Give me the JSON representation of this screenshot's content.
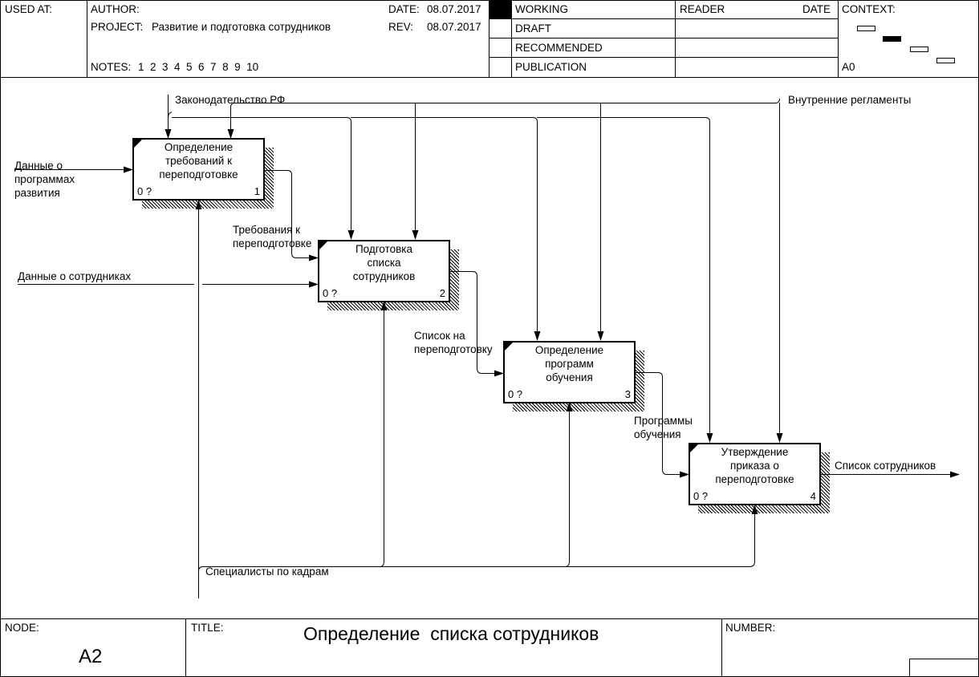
{
  "header": {
    "used_at_label": "USED AT:",
    "author_label": "AUTHOR:",
    "project_label": "PROJECT:",
    "project_value": "Развитие и подготовка сотрудников",
    "notes_label": "NOTES:",
    "notes_value": "1  2  3  4  5  6  7  8  9  10",
    "date_label": "DATE:",
    "date_value": "08.07.2017",
    "rev_label": "REV:",
    "rev_value": "08.07.2017",
    "status": [
      "WORKING",
      "DRAFT",
      "RECOMMENDED",
      "PUBLICATION"
    ],
    "reader_label": "READER",
    "reader_date_label": "DATE",
    "context_label": "CONTEXT:",
    "context_node": "A0"
  },
  "boxes": [
    {
      "name": "Определение\nтребований к\nпереподготовке",
      "cost": "0 ?",
      "number": "1"
    },
    {
      "name": "Подготовка\nсписка\nсотрудников",
      "cost": "0 ?",
      "number": "2"
    },
    {
      "name": "Определение\nпрограмм\nобучения",
      "cost": "0 ?",
      "number": "3"
    },
    {
      "name": "Утверждение\nприказа о\nпереподготовке",
      "cost": "0 ?",
      "number": "4"
    }
  ],
  "arrows": {
    "law": "Законодательство РФ",
    "internal_regulations": "Внутренние регламенты",
    "program_data": "Данные о\nпрограммах\nразвития",
    "employee_data": "Данные о сотрудниках",
    "requirements": "Требования к\nпереподготовке",
    "retraining_list": "Список на\nпереподготовку",
    "training_programs": "Программы\nобучения",
    "employee_list": "Список сотрудников",
    "hr_specialists": "Специалисты по кадрам"
  },
  "footer": {
    "node_label": "NODE:",
    "node_value": "A2",
    "title_label": "TITLE:",
    "title_value": "Определение  списка сотрудников",
    "number_label": "NUMBER:"
  }
}
